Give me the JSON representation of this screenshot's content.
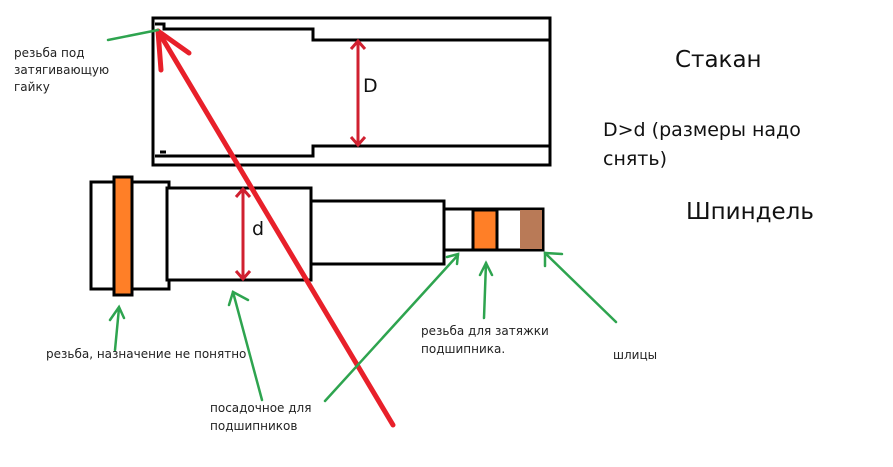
{
  "titles": {
    "cup": "Стакан",
    "spindle": "Шпиндель",
    "note_line1": "D>d (размеры надо",
    "note_line2": "снять)"
  },
  "dimensions": {
    "big": "D",
    "small": "d"
  },
  "labels": {
    "thread_nut_line1": "резьба под",
    "thread_nut_line2": "затягивающую",
    "thread_nut_line3": "гайку",
    "thread_unknown": "резьба, назначение не понятно",
    "bearing_seat_line1": "посадочное для",
    "bearing_seat_line2": "подшипников",
    "bearing_thread_line1": "резьба для затяжки",
    "bearing_thread_line2": "подшипника.",
    "splines": "шлицы"
  },
  "colors": {
    "outline": "#000000",
    "red": "#e8202a",
    "dim_red": "#d02030",
    "green": "#2ea44f",
    "orange": "#ff7f27",
    "brown": "#b97a57"
  }
}
